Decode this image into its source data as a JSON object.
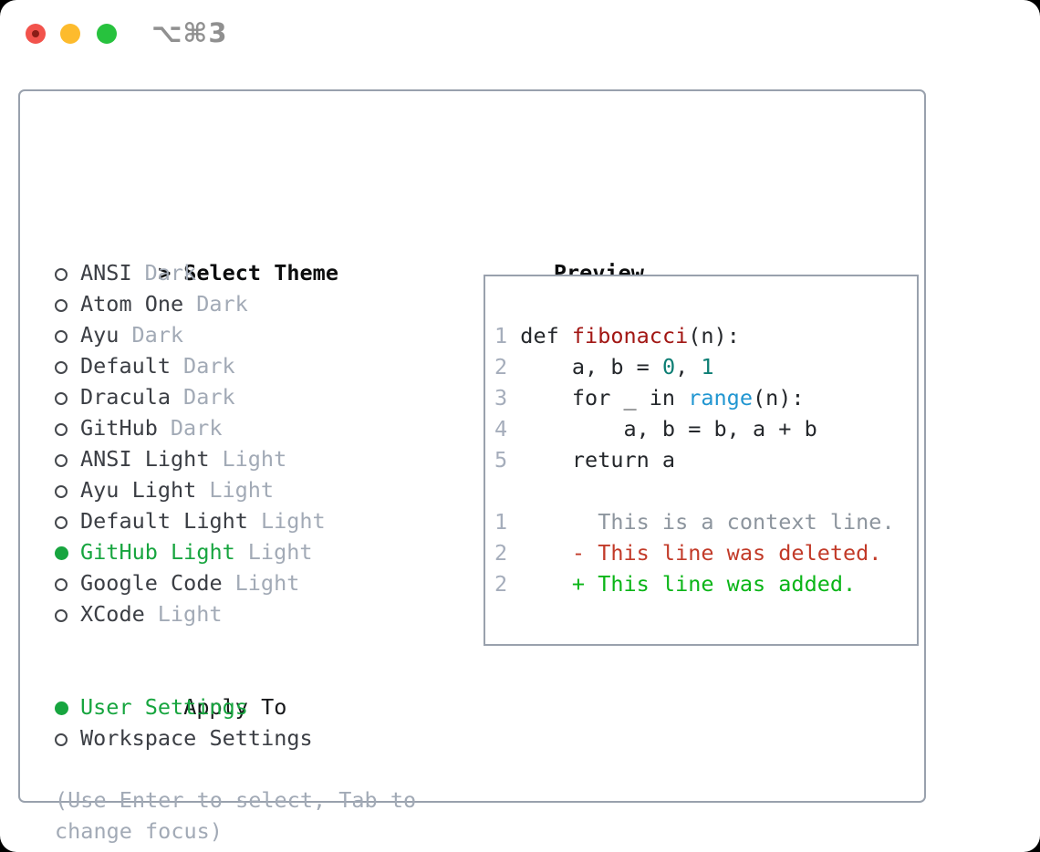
{
  "titlebar": {
    "title": "⌥⌘3",
    "close_color": "#f2534c",
    "minimize_color": "#fdbb2d",
    "zoom_color": "#27c23e"
  },
  "colors": {
    "accent_green": "#17a53f",
    "frame_border": "#99a1ad",
    "muted_gray": "#a2aab6",
    "item_text": "#3b3e44",
    "function_red": "#a21714",
    "number_teal": "#0d7e74",
    "builtin_blue": "#2196d1",
    "diff_deleted": "#c23a28",
    "diff_added": "#0ab517"
  },
  "theme_panel": {
    "header_prefix": ">",
    "header": "Select Theme",
    "items": [
      {
        "name": "ANSI",
        "tag": "Dark",
        "selected": false
      },
      {
        "name": "Atom One",
        "tag": "Dark",
        "selected": false
      },
      {
        "name": "Ayu",
        "tag": "Dark",
        "selected": false
      },
      {
        "name": "Default",
        "tag": "Dark",
        "selected": false
      },
      {
        "name": "Dracula",
        "tag": "Dark",
        "selected": false
      },
      {
        "name": "GitHub",
        "tag": "Dark",
        "selected": false
      },
      {
        "name": "ANSI Light",
        "tag": "Light",
        "selected": false
      },
      {
        "name": "Ayu Light",
        "tag": "Light",
        "selected": false
      },
      {
        "name": "Default Light",
        "tag": "Light",
        "selected": false
      },
      {
        "name": "GitHub Light",
        "tag": "Light",
        "selected": true
      },
      {
        "name": "Google Code",
        "tag": "Light",
        "selected": false
      },
      {
        "name": "XCode",
        "tag": "Light",
        "selected": false
      }
    ],
    "apply_to": {
      "header": "Apply To",
      "options": [
        {
          "name": "User Settings",
          "selected": true
        },
        {
          "name": "Workspace Settings",
          "selected": false
        }
      ]
    },
    "help_lines": [
      "(Use Enter to select, Tab to",
      "change focus)"
    ]
  },
  "preview": {
    "title": "Preview",
    "code_lines": [
      {
        "num": "1",
        "tokens": [
          {
            "text": " def ",
            "type": "plain"
          },
          {
            "text": "fibonacci",
            "type": "function"
          },
          {
            "text": "(n):",
            "type": "plain"
          }
        ]
      },
      {
        "num": "2",
        "tokens": [
          {
            "text": "     a, b = ",
            "type": "plain"
          },
          {
            "text": "0",
            "type": "number"
          },
          {
            "text": ", ",
            "type": "plain"
          },
          {
            "text": "1",
            "type": "number"
          }
        ]
      },
      {
        "num": "3",
        "tokens": [
          {
            "text": "     for _ in ",
            "type": "plain"
          },
          {
            "text": "range",
            "type": "builtin"
          },
          {
            "text": "(n):",
            "type": "plain"
          }
        ]
      },
      {
        "num": "4",
        "tokens": [
          {
            "text": "         a, b = b, a + b",
            "type": "plain"
          }
        ]
      },
      {
        "num": "5",
        "tokens": [
          {
            "text": "     return a",
            "type": "plain"
          }
        ]
      },
      {
        "num": "",
        "tokens": []
      },
      {
        "num": "1",
        "tokens": [
          {
            "text": "       This is a context line.",
            "type": "context"
          }
        ]
      },
      {
        "num": "2",
        "tokens": [
          {
            "text": "     - This line was deleted.",
            "type": "deleted"
          }
        ]
      },
      {
        "num": "2",
        "tokens": [
          {
            "text": "     + This line was added.",
            "type": "added"
          }
        ]
      }
    ]
  }
}
